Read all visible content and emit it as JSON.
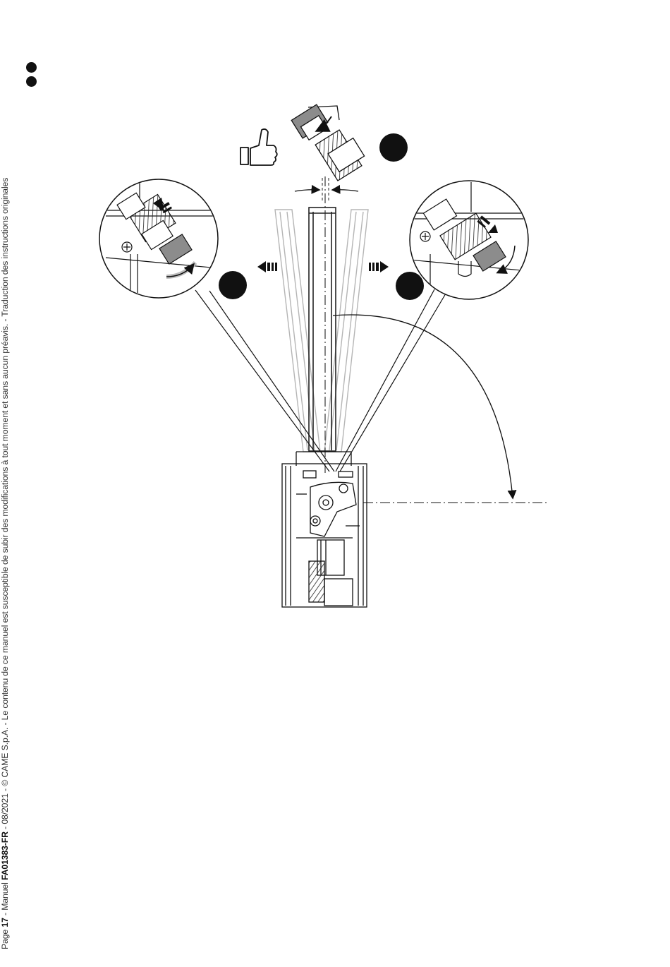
{
  "footer": {
    "page_prefix": "Page ",
    "page_number": "17",
    "manual_prefix": " - Manuel ",
    "manual_code": "FA01383-FR",
    "rest": " - 08/2021 - © CAME S.p.A. - Le contenu de ce manuel est susceptible de subir des modifications à tout moment et sans aucun préavis. - Traduction des instructions originales"
  },
  "icons": {
    "approve": "thumbs-up-icon",
    "bullets": "bullet-dot-icon",
    "callout_markers": "filled-circle-marker"
  },
  "colors": {
    "ink": "#111111",
    "outline_light": "#b5b5b5",
    "nut_fill": "#8c8c8c"
  }
}
